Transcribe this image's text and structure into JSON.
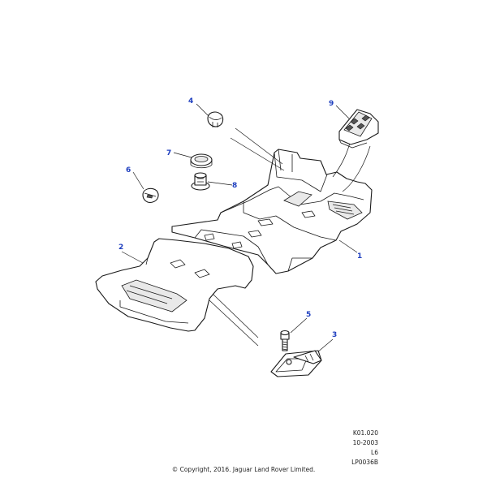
{
  "callouts": {
    "c1": "1",
    "c2": "2",
    "c3": "3",
    "c4": "4",
    "c5": "5",
    "c6": "6",
    "c7": "7",
    "c8": "8",
    "c9": "9"
  },
  "meta": {
    "code": "K01.020",
    "date": "10-2003",
    "model": "L6",
    "ref": "LP0036B"
  },
  "copyright": "© Copyright, 2016. Jaguar Land Rover Limited.",
  "colors": {
    "callout": "#1f3fbf",
    "line": "#1a1a1a"
  }
}
